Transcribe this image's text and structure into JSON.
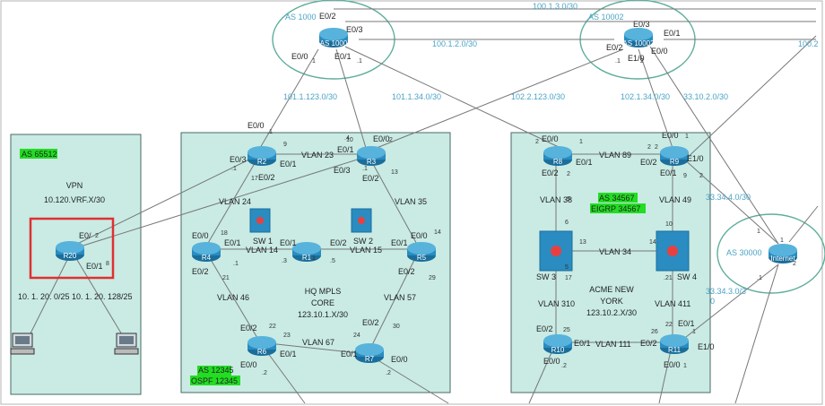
{
  "colors": {
    "zone_fill": "#c9ebe4",
    "as_ellipse": "#5fae9c",
    "link": "#777777",
    "net_label": "#4aa3c7",
    "as_tag_bg": "#22dd22",
    "router_blue": "#1f7fb0",
    "highlight": "#e03030"
  },
  "zones": {
    "vpn": {
      "as": "AS 65512",
      "name": "VPN",
      "subnet": "10.120.VRF.X/30",
      "lan_a": "10. 1. 20. 0/25",
      "lan_b": "10. 1. 20. 128/25"
    },
    "hq": {
      "name_line1": "HQ MPLS",
      "name_line2": "CORE",
      "subnet": "123.10.1.X/30",
      "as": "AS 12345",
      "igp": "OSPF 12345"
    },
    "ny": {
      "as": "AS 34567",
      "igp": "EIGRP 34567",
      "name_line1": "ACME NEW",
      "name_line2": "YORK",
      "subnet": "123.10.2.X/30"
    }
  },
  "as_clouds": {
    "as1000": "AS 1000",
    "as10002": "AS 10002",
    "as30000": "AS 30000"
  },
  "devices": {
    "r20": "R20",
    "r2": "R2",
    "r3": "R3",
    "r4": "R4",
    "r1": "R1",
    "r5": "R5",
    "r6": "R6",
    "r7": "R7",
    "r8": "R8",
    "r9": "R9",
    "r10": "R10",
    "r11": "R11",
    "as1000_router": "AS 1000",
    "as10002_router": "AS 10002",
    "internet": "Internet",
    "sw1": "SW 1",
    "sw2": "SW 2",
    "sw3": "SW 3",
    "sw4": "SW 4"
  },
  "network_labels": {
    "n100_1_3": "100.1.3.0/30",
    "n100_1_2": "100.1.2.0/30",
    "n100_2": "100.2",
    "n101_1_123": "101.1.123.0/30",
    "n101_1_34": "101.1.34.0/30",
    "n102_2_123": "102.2.123.0/30",
    "n102_1_34": "102.1.34.0/30",
    "n33_10_2": "33.10.2.0/30",
    "n33_34_4": "33.34.4.0/30",
    "n33_34_3_line1": "33.34.3.0/3",
    "n33_34_3_line2": "0"
  },
  "vlans": {
    "v23": "VLAN 23",
    "v24": "VLAN 24",
    "v35": "VLAN 35",
    "v14": "VLAN 14",
    "v15": "VLAN 15",
    "v46": "VLAN 46",
    "v57": "VLAN 57",
    "v67": "VLAN 67",
    "v89": "VLAN 89",
    "v38": "VLAN 38",
    "v49": "VLAN 49",
    "v34": "VLAN 34",
    "v310": "VLAN 310",
    "v411": "VLAN 411",
    "v111": "VLAN 111"
  },
  "interfaces": {
    "as1000_e02": "E0/2",
    "as1000_e03": "E0/3",
    "as1000_e00": "E0/0",
    "as1000_e01": "E0/1",
    "as10002_e03": "E0/3",
    "as10002_e01": "E0/1",
    "as10002_e02": "E0/2",
    "as10002_e10": "E1/0",
    "as10002_e00": "E0/0",
    "r20_e0": "E0/",
    "r20_e01": "E0/1",
    "r2_e00": "E0/0",
    "r2_e03": "E0/3",
    "r2_e01": "E0/1",
    "r2_e02": "E0/2",
    "r3_e01": "E0/1",
    "r3_e00": "E0/0",
    "r3_e03": "E0/3",
    "r3_e02": "E0/2",
    "r4_e00": "E0/0",
    "r4_e01": "E0/1",
    "r4_e02": "E0/2",
    "r1_e01": "E0/1",
    "r1_e02": "E0/2",
    "r5_e00": "E0/0",
    "r5_e01": "E0/1",
    "r5_e02": "E0/2",
    "r6_e02": "E0/2",
    "r6_e01": "E0/1",
    "r6_e00": "E0/0",
    "r7_e02": "E0/2",
    "r7_e01": "E0/1",
    "r7_e00": "E0/0",
    "r8_e00": "E0/0",
    "r8_e01": "E0/1",
    "r8_e02": "E0/2",
    "r9_e00": "E0/0",
    "r9_e02": "E0/2",
    "r9_e10": "E1/0",
    "r9_e01": "E0/1",
    "r10_e02": "E0/2",
    "r10_e01": "E0/1",
    "r10_e00": "E0/0",
    "r11_e02": "E0/2",
    "r11_e01": "E0/1",
    "r11_e10": "E1/0",
    "r11_e00": "E0/0"
  },
  "port_tags": {
    "t1": "1",
    "t2": ".1",
    "t3": ".1",
    "t4": "2",
    "t5": ".1",
    "t6": ".1",
    "t7": "9",
    "t8": "10",
    "t9": ".2",
    "t10": ".1",
    "t11": "17",
    "t12": "13",
    "t13": "2",
    "t14": "18",
    "t15": "14",
    "t16": ".1",
    "t17": ".3",
    "t18": ".5",
    "t19": "21",
    "t20": "29",
    "t21": "22",
    "t22": "23",
    "t23": "24",
    "t24": "30",
    "t25": ".2",
    "t26": ".2",
    "t27": "2",
    "t28": "1",
    "t29": "2",
    "t30": "1",
    "t31": "2",
    "t32": "9",
    "t33": "5",
    "t34": "13",
    "t35": "10",
    "t36": "14",
    "t37": "17",
    "t38": ".21",
    "t39": "25",
    "t40": "26",
    "t41": "22",
    "t42": "1",
    "t43": ".2",
    "t44": "1",
    "t45": "1",
    "t46": "8",
    "t47": "6",
    "t48": "2",
    "t49": ".1",
    "t50": ".4",
    "t51": ".1",
    "t52": "2",
    "t53": "5",
    "t54": "1",
    "t55": "2"
  }
}
